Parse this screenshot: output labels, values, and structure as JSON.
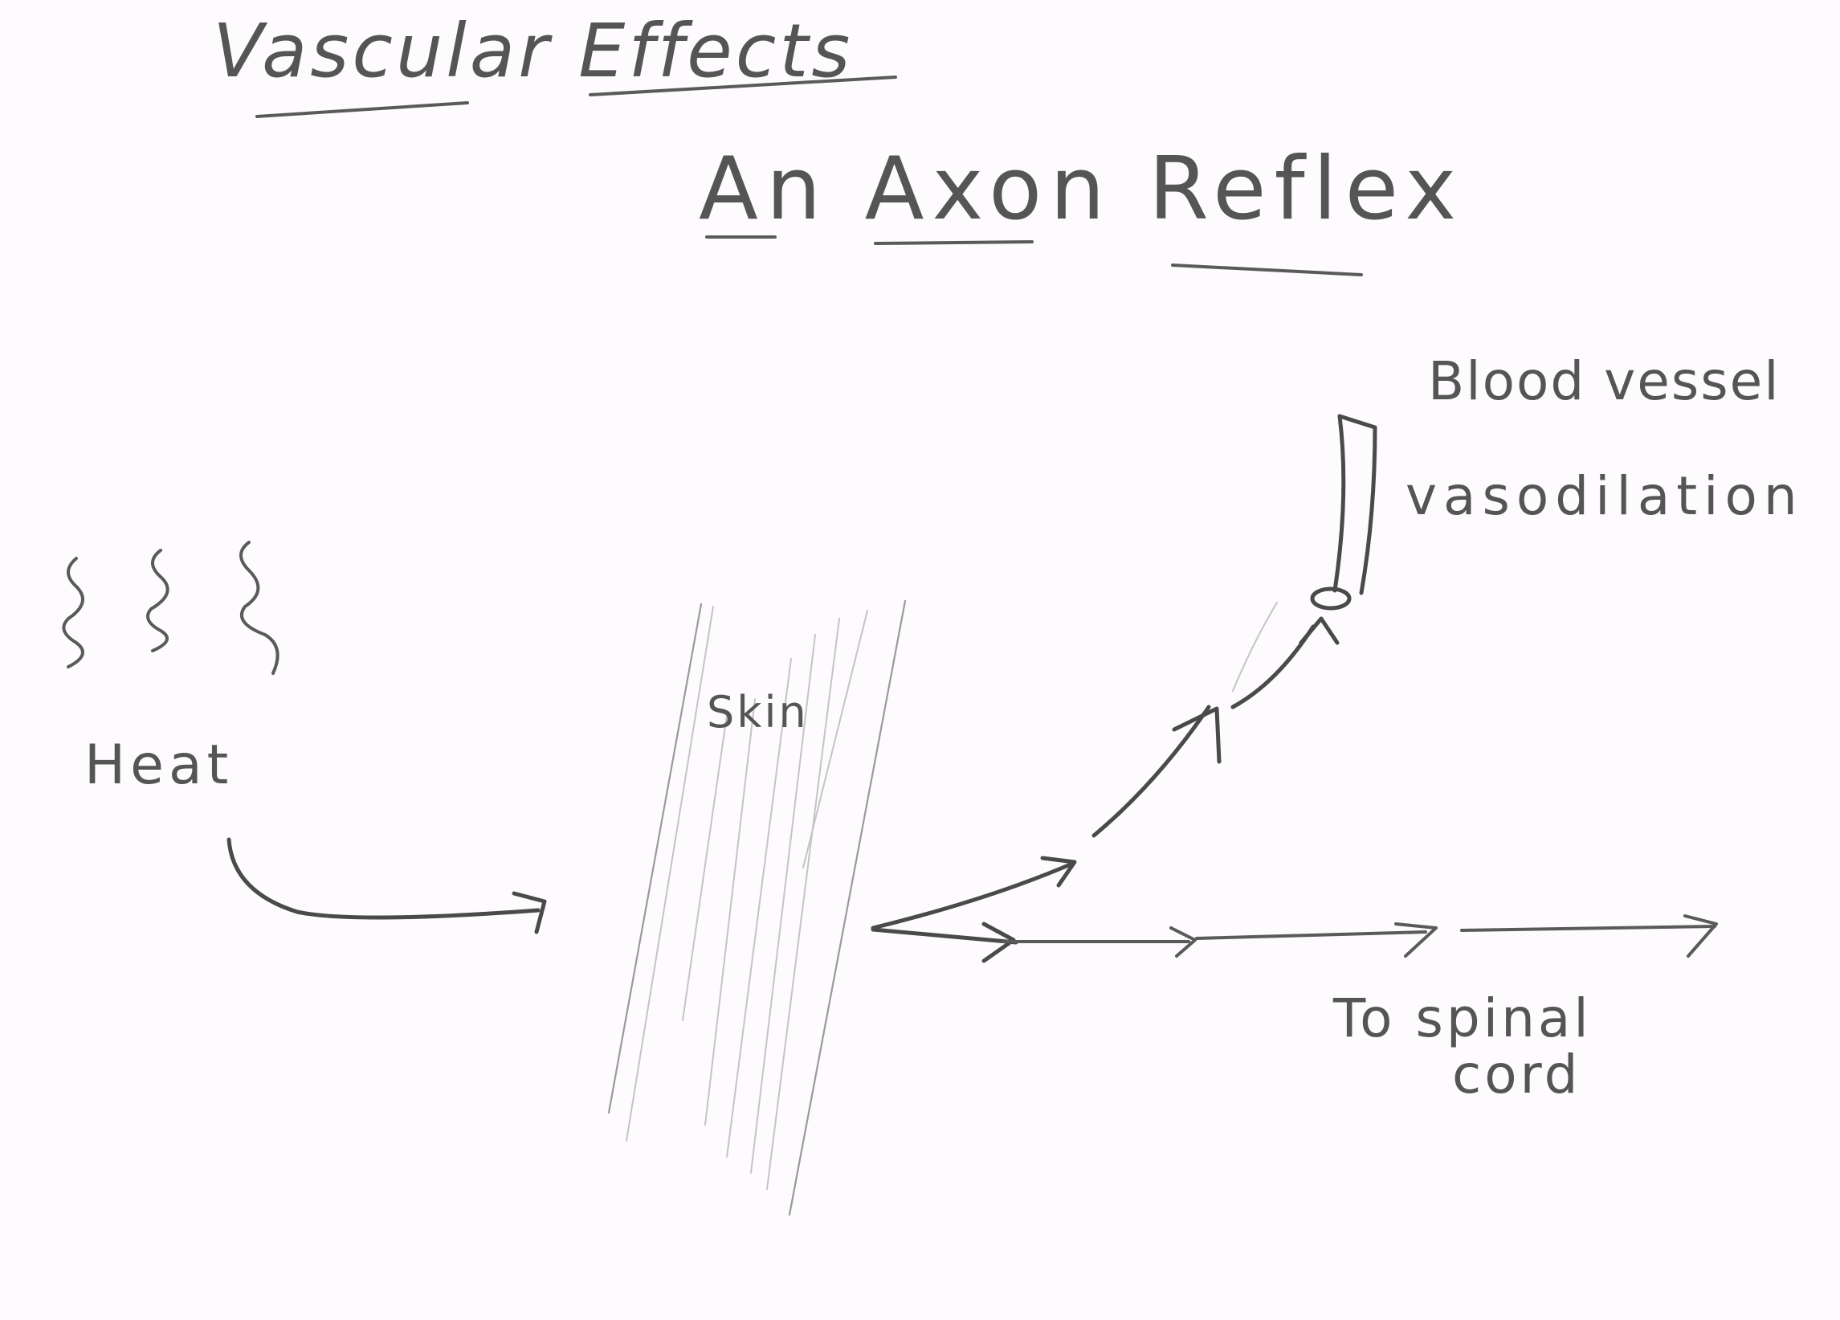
{
  "heading": {
    "subject": "Vascular Effects",
    "title": "An Axon Reflex"
  },
  "labels": {
    "blood_vessel": "Blood vessel",
    "vasodilation": "vasodilation",
    "heat": "Heat",
    "skin": "Skin",
    "to_spinal_cord_line1": "To spinal",
    "to_spinal_cord_line2": "cord"
  }
}
